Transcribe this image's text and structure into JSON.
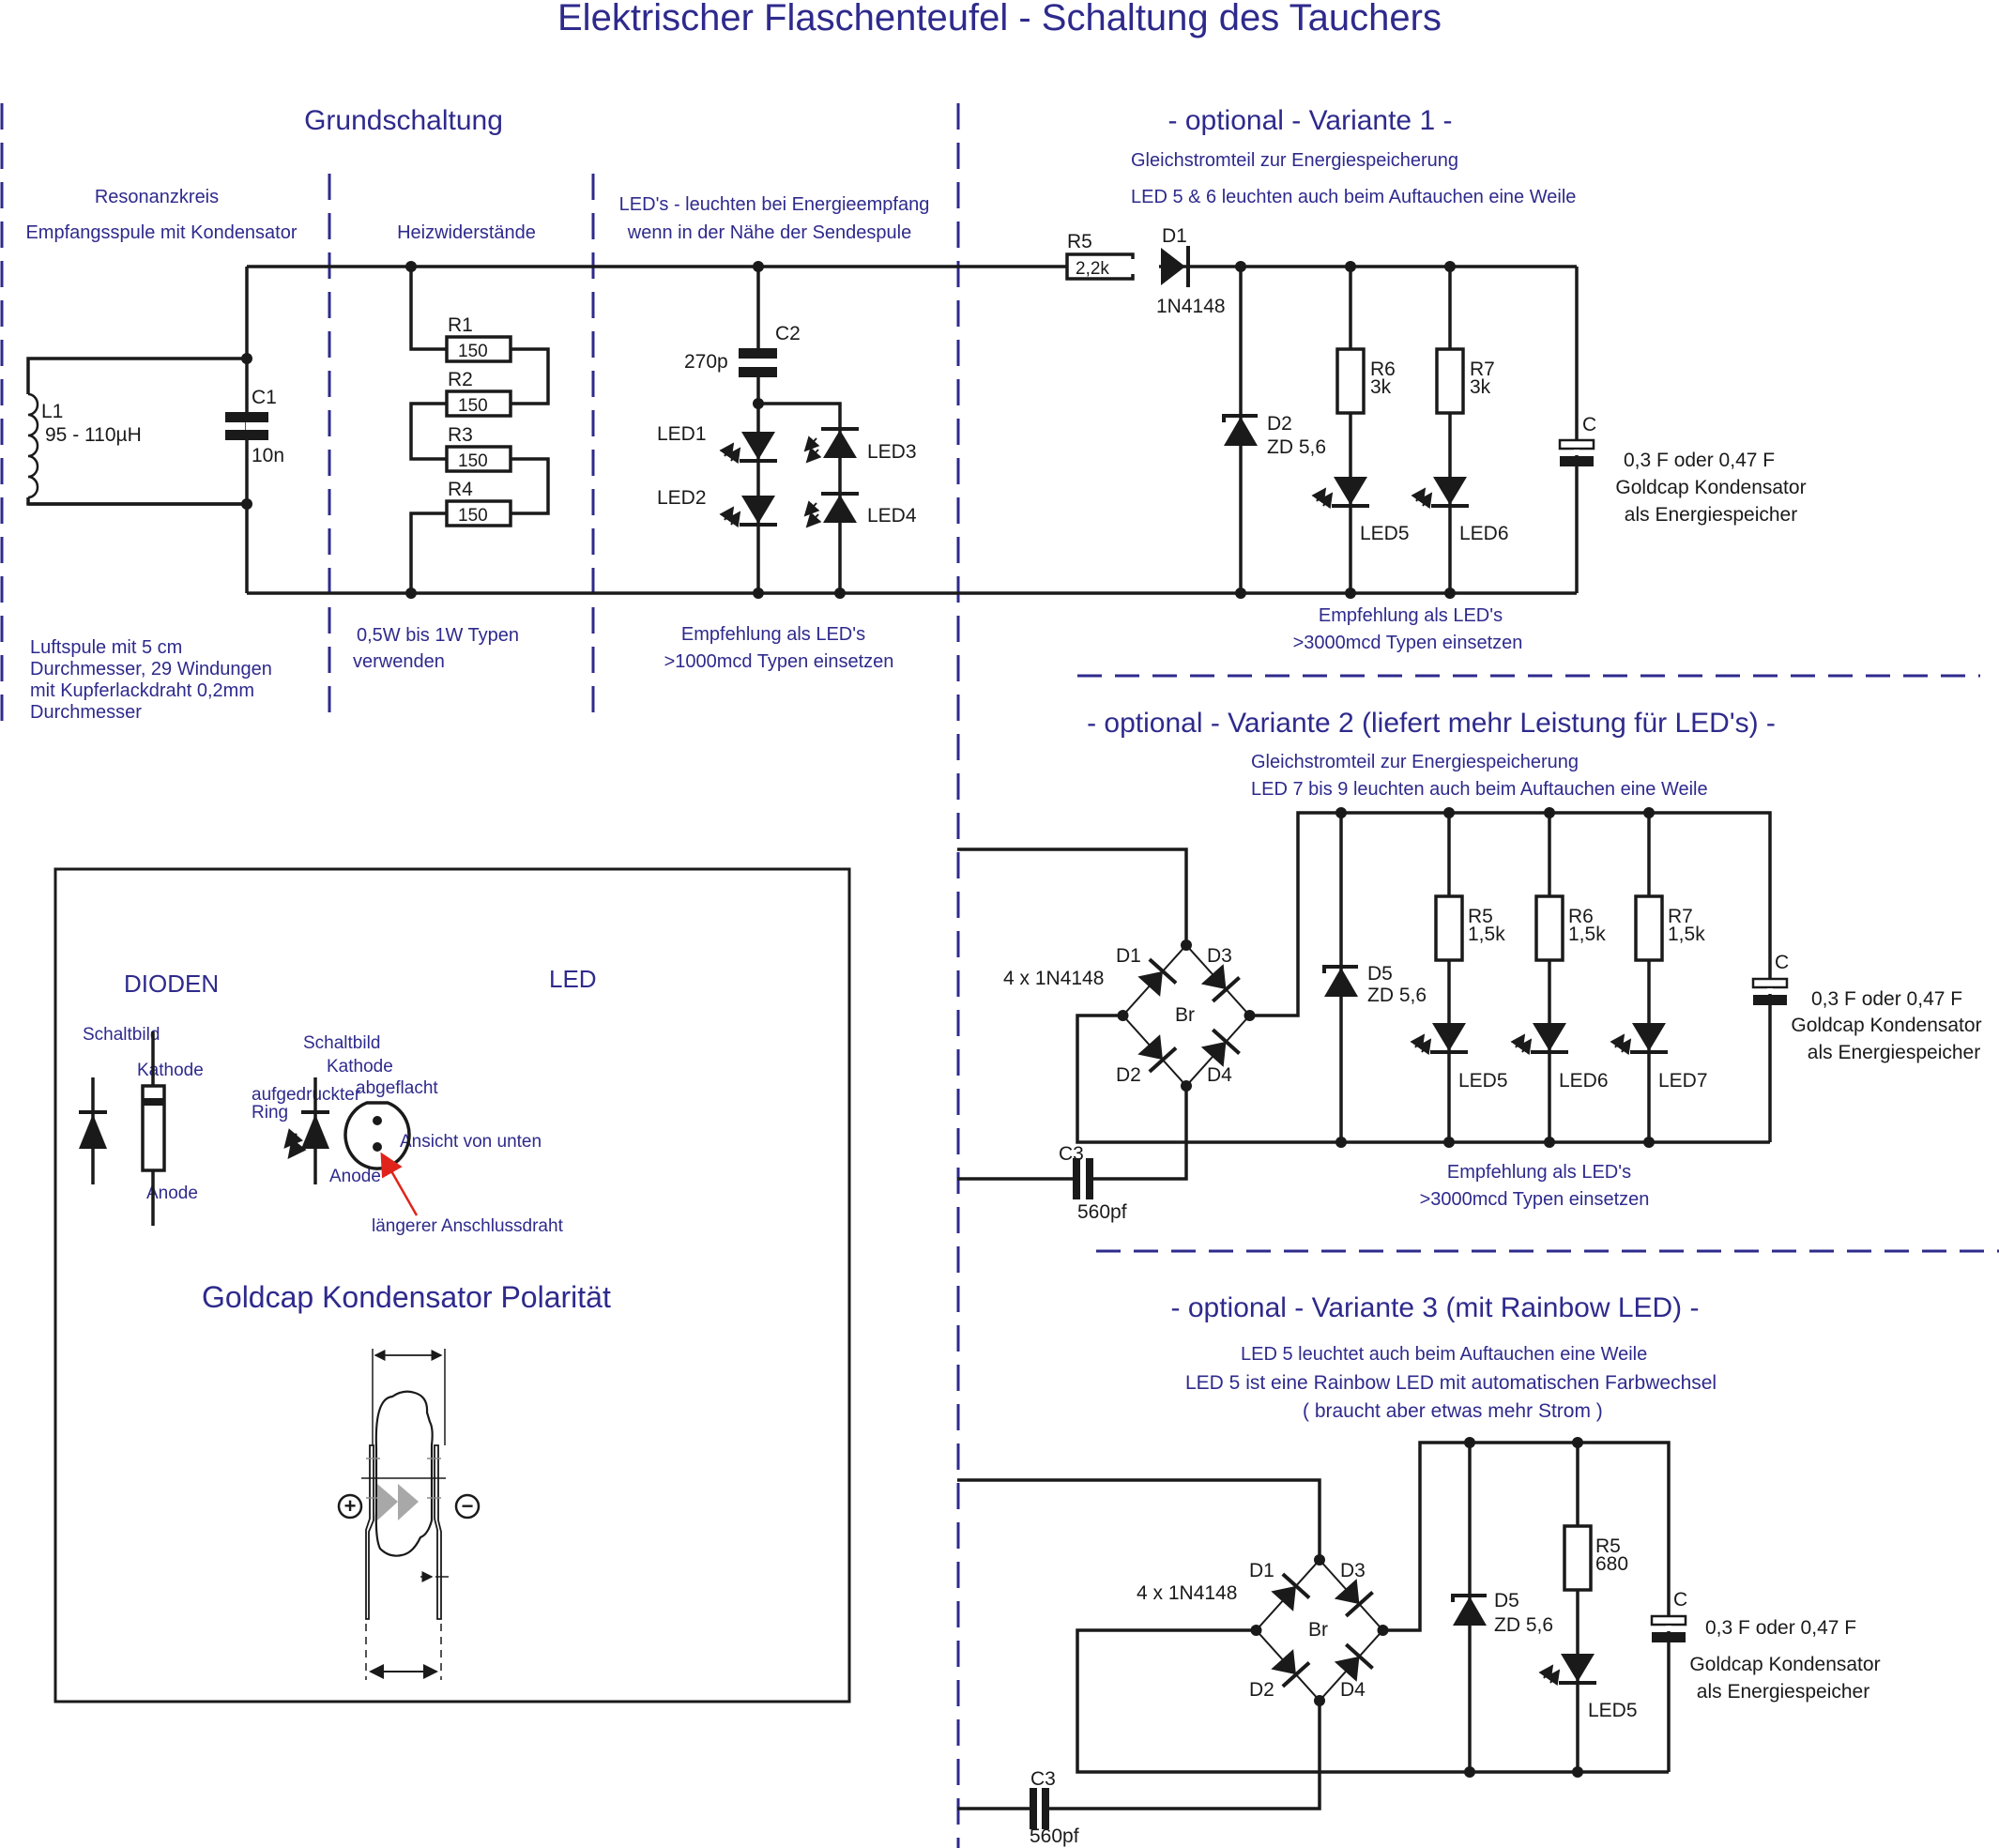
{
  "title": "Elektrischer Flaschenteufel - Schaltung des Tauchers",
  "colors": {
    "text_blue": "#2e2a8c",
    "ink": "#1a1a1a",
    "arrow_red": "#e0241b",
    "goldcap_arrow": "#a8a8a8"
  },
  "grundschaltung": {
    "heading": "Grundschaltung",
    "resonanz": {
      "caption_1": "Resonanzkreis",
      "caption_2": "Empfangsspule mit Kondensator",
      "L1": {
        "name": "L1",
        "value": "95 - 110µH"
      },
      "C1": {
        "name": "C1",
        "value": "10n"
      },
      "note": [
        "Luftspule mit 5 cm",
        "Durchmesser, 29 Windungen",
        "mit Kupferlackdraht  0,2mm",
        "Durchmesser"
      ]
    },
    "heiz": {
      "caption": "Heizwiderstände",
      "resistors": [
        {
          "name": "R1",
          "value": "150"
        },
        {
          "name": "R2",
          "value": "150"
        },
        {
          "name": "R3",
          "value": "150"
        },
        {
          "name": "R4",
          "value": "150"
        }
      ],
      "note": [
        "0,5W bis 1W Typen",
        "verwenden"
      ]
    },
    "leds": {
      "caption_1": "LED's - leuchten bei Energieempfang",
      "caption_2": "wenn in der Nähe der Sendespule",
      "C2": {
        "name": "C2",
        "value": "270p"
      },
      "led_labels": [
        "LED1",
        "LED2",
        "LED3",
        "LED4"
      ],
      "note": [
        "Empfehlung als LED's",
        ">1000mcd Typen einsetzen"
      ]
    }
  },
  "variante1": {
    "heading": "- optional - Variante 1 -",
    "sub_1": "Gleichstromteil zur Energiespeicherung",
    "sub_2": "LED 5 & 6 leuchten auch beim Auftauchen eine Weile",
    "R5": {
      "name": "R5",
      "value": "2,2k"
    },
    "D1": {
      "name": "D1",
      "value": "1N4148"
    },
    "D2": {
      "name": "D2",
      "value": "ZD 5,6"
    },
    "R6": {
      "name": "R6",
      "value": "3k"
    },
    "R7": {
      "name": "R7",
      "value": "3k"
    },
    "led_labels": [
      "LED5",
      "LED6"
    ],
    "C": {
      "name": "C",
      "value": "0,3 F oder 0,47 F",
      "desc_1": "Goldcap Kondensator",
      "desc_2": "als Energiespeicher"
    },
    "note": [
      "Empfehlung als LED's",
      ">3000mcd Typen einsetzen"
    ]
  },
  "variante2": {
    "heading": "- optional - Variante 2 (liefert mehr Leistung für LED's) -",
    "sub_1": "Gleichstromteil zur Energiespeicherung",
    "sub_2": "LED 7 bis 9 leuchten auch beim Auftauchen eine Weile",
    "bridge": {
      "diodes": [
        "D1",
        "D2",
        "D3",
        "D4"
      ],
      "label": "Br",
      "type": "4 x 1N4148"
    },
    "D5": {
      "name": "D5",
      "value": "ZD 5,6"
    },
    "resistors": [
      {
        "name": "R5",
        "value": "1,5k"
      },
      {
        "name": "R6",
        "value": "1,5k"
      },
      {
        "name": "R7",
        "value": "1,5k"
      }
    ],
    "led_labels": [
      "LED5",
      "LED6",
      "LED7"
    ],
    "C": {
      "name": "C",
      "value": "0,3 F oder 0,47 F",
      "desc_1": "Goldcap Kondensator",
      "desc_2": "als Energiespeicher"
    },
    "C3": {
      "name": "C3",
      "value": "560pf"
    },
    "note": [
      "Empfehlung als LED's",
      ">3000mcd Typen einsetzen"
    ]
  },
  "variante3": {
    "heading": "- optional - Variante 3 (mit Rainbow LED) -",
    "sub_1": "LED 5 leuchtet auch beim Auftauchen eine Weile",
    "sub_2": "LED 5 ist eine Rainbow LED mit automatischen Farbwechsel",
    "sub_3": "( braucht aber etwas mehr Strom )",
    "bridge": {
      "diodes": [
        "D1",
        "D2",
        "D3",
        "D4"
      ],
      "label": "Br",
      "type": "4 x 1N4148"
    },
    "D5": {
      "name": "D5",
      "value": "ZD 5,6"
    },
    "R5": {
      "name": "R5",
      "value": "680"
    },
    "led_label": "LED5",
    "C": {
      "name": "C",
      "value": "0,3 F oder 0,47 F",
      "desc_1": "Goldcap Kondensator",
      "desc_2": "als Energiespeicher"
    },
    "C3": {
      "name": "C3",
      "value": "560pf"
    }
  },
  "legend": {
    "dioden": {
      "heading": "DIODEN",
      "schaltbild": "Schaltbild",
      "kathode": "Kathode",
      "anode": "Anode",
      "ring_1": "aufgedruckter",
      "ring_2": "Ring"
    },
    "led": {
      "heading": "LED",
      "schaltbild": "Schaltbild",
      "kathode": "Kathode",
      "anode": "Anode",
      "abgeflacht": "abgeflacht",
      "ansicht": "Ansicht von unten",
      "draht": "längerer Anschlussdraht"
    },
    "goldcap": {
      "heading": "Goldcap Kondensator Polarität",
      "plus": "+",
      "minus": "−"
    }
  }
}
